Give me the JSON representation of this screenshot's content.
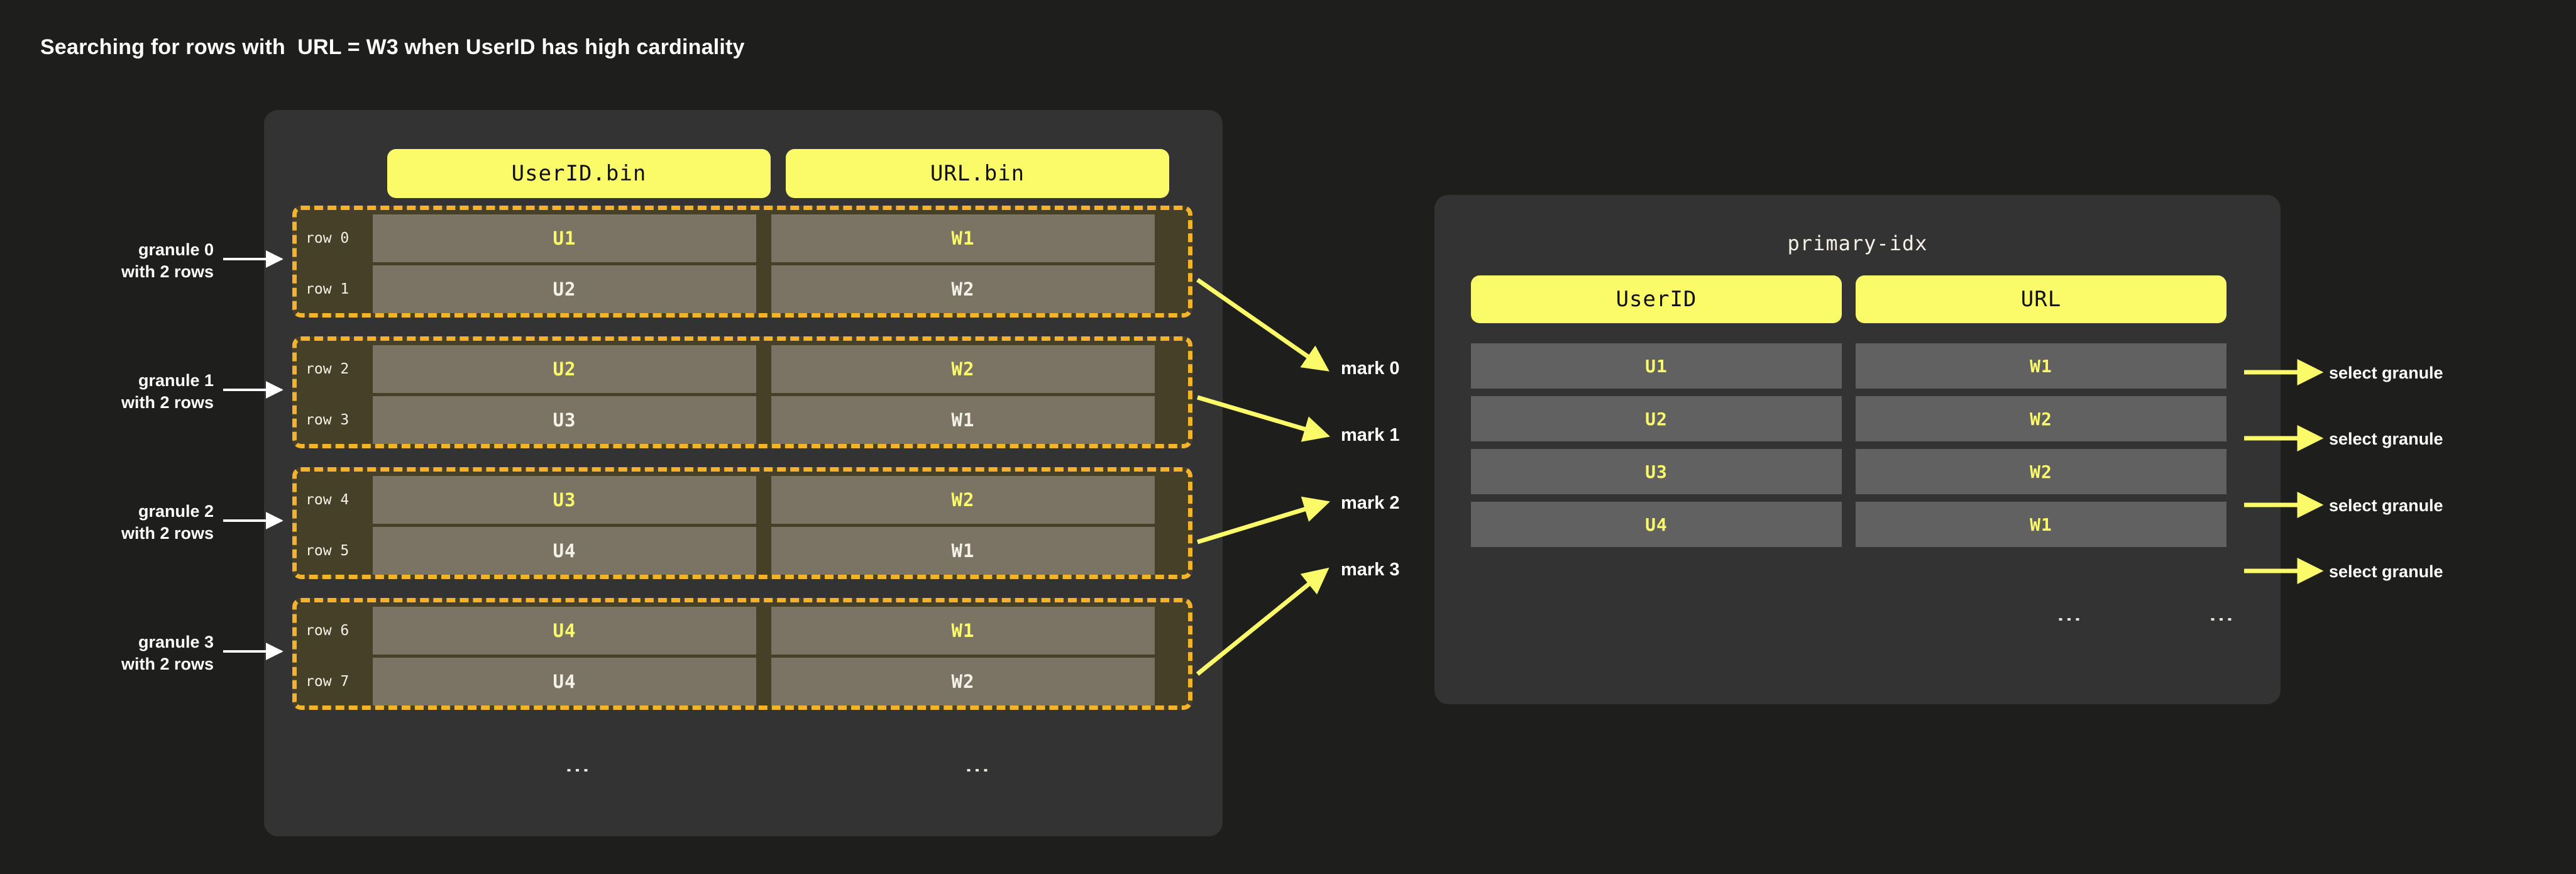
{
  "title": "Searching for rows with  URL = W3 when UserID has high cardinality",
  "colors": {
    "background": "#1e1f1c",
    "panel": "#333333",
    "accent_yellow": "#fbfb6a",
    "granule_border": "#f5b32a",
    "granule_bg": "#474029",
    "cell_bg": "#7b7465",
    "idx_cell_bg": "#616161",
    "text_light": "#f4f2e8"
  },
  "data_part": {
    "columns": [
      {
        "label": "UserID.bin",
        "icon": "column-file-icon"
      },
      {
        "label": "URL.bin",
        "icon": "column-file-icon"
      }
    ],
    "ellipsis": "⋮",
    "granules": [
      {
        "note": "granule 0\nwith 2 rows",
        "mark": "mark 0",
        "rows": [
          {
            "label": "row 0",
            "userid": "U1",
            "url": "W1",
            "highlighted": true
          },
          {
            "label": "row 1",
            "userid": "U2",
            "url": "W2",
            "highlighted": false
          }
        ]
      },
      {
        "note": "granule 1\nwith 2 rows",
        "mark": "mark 1",
        "rows": [
          {
            "label": "row 2",
            "userid": "U2",
            "url": "W2",
            "highlighted": true
          },
          {
            "label": "row 3",
            "userid": "U3",
            "url": "W1",
            "highlighted": false
          }
        ]
      },
      {
        "note": "granule 2\nwith 2 rows",
        "mark": "mark 2",
        "rows": [
          {
            "label": "row 4",
            "userid": "U3",
            "url": "W2",
            "highlighted": true
          },
          {
            "label": "row 5",
            "userid": "U4",
            "url": "W1",
            "highlighted": false
          }
        ]
      },
      {
        "note": "granule 3\nwith 2 rows",
        "mark": "mark 3",
        "rows": [
          {
            "label": "row 6",
            "userid": "U4",
            "url": "W1",
            "highlighted": true
          },
          {
            "label": "row 7",
            "userid": "U4",
            "url": "W2",
            "highlighted": false
          }
        ]
      }
    ]
  },
  "primary_idx": {
    "title": "primary-idx",
    "columns": [
      {
        "label": "UserID"
      },
      {
        "label": "URL"
      }
    ],
    "ellipsis": "⋮",
    "rows": [
      {
        "userid": "U1",
        "url": "W1",
        "action": "select granule"
      },
      {
        "userid": "U2",
        "url": "W2",
        "action": "select granule"
      },
      {
        "userid": "U3",
        "url": "W2",
        "action": "select granule"
      },
      {
        "userid": "U4",
        "url": "W1",
        "action": "select granule"
      }
    ]
  }
}
